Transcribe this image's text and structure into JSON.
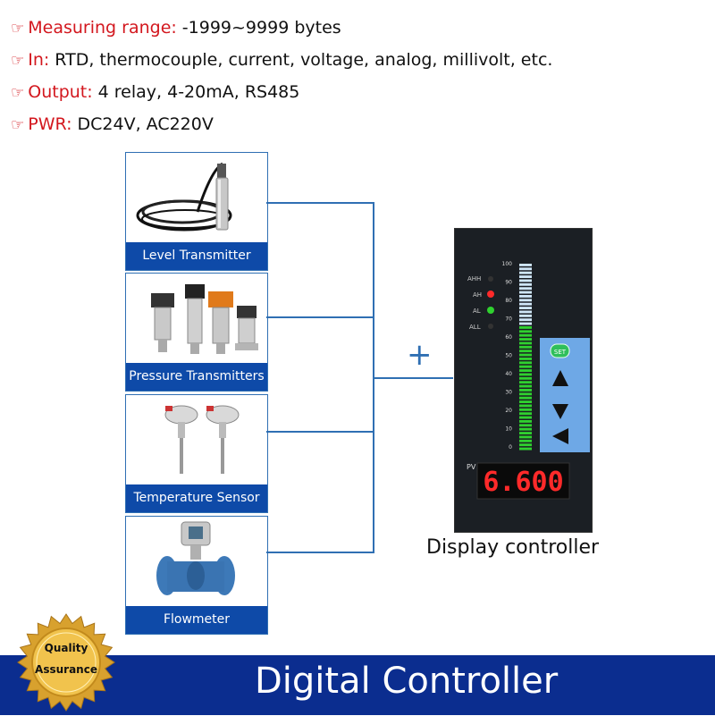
{
  "specs": [
    {
      "key": "Measuring range:",
      "value": "-1999~9999 bytes"
    },
    {
      "key": "In:",
      "value": "RTD, thermocouple, current, voltage, analog, millivolt, etc."
    },
    {
      "key": "Output:",
      "value": "4 relay, 4-20mA, RS485"
    },
    {
      "key": "PWR:",
      "value": "DC24V, AC220V"
    }
  ],
  "hand_glyph": "☞",
  "sensors": [
    {
      "label": "Level Transmitter",
      "icon": "level-transmitter-icon"
    },
    {
      "label": "Pressure Transmitters",
      "icon": "pressure-transmitter-icon"
    },
    {
      "label": "Temperature Sensor",
      "icon": "temperature-sensor-icon"
    },
    {
      "label": "Flowmeter",
      "icon": "flowmeter-icon"
    }
  ],
  "plus": "+",
  "controller": {
    "caption": "Display controller",
    "alarms": [
      "AHH",
      "AH",
      "AL",
      "ALL"
    ],
    "scale": [
      "100",
      "90",
      "80",
      "70",
      "60",
      "50",
      "40",
      "30",
      "20",
      "10",
      "0"
    ],
    "bar_level": 0.66,
    "set_button": "SET",
    "pv_label": "PV",
    "pv_value": "6.600"
  },
  "seal": {
    "line1": "Quality",
    "line2": "Assurance"
  },
  "banner_title": "Digital Controller",
  "colors": {
    "accent_red": "#d3171e",
    "brand_blue": "#0e4aa8",
    "banner_blue": "#0b2d8f",
    "led_red": "#ff2a2a",
    "bar_green": "#2fd12f",
    "keypad_blue": "#6ea8e6"
  }
}
